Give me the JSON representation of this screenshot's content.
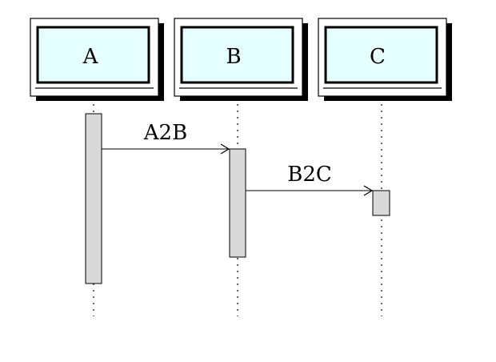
{
  "diagram": {
    "type": "sequence",
    "participants": [
      {
        "id": "A",
        "label": "A"
      },
      {
        "id": "B",
        "label": "B"
      },
      {
        "id": "C",
        "label": "C"
      }
    ],
    "messages": [
      {
        "from": "A",
        "to": "B",
        "label": "A2B"
      },
      {
        "from": "B",
        "to": "C",
        "label": "B2C"
      }
    ],
    "colors": {
      "participant_fill": "#e6ffff",
      "activation_fill": "#d9d9d9",
      "line": "#000000"
    }
  }
}
